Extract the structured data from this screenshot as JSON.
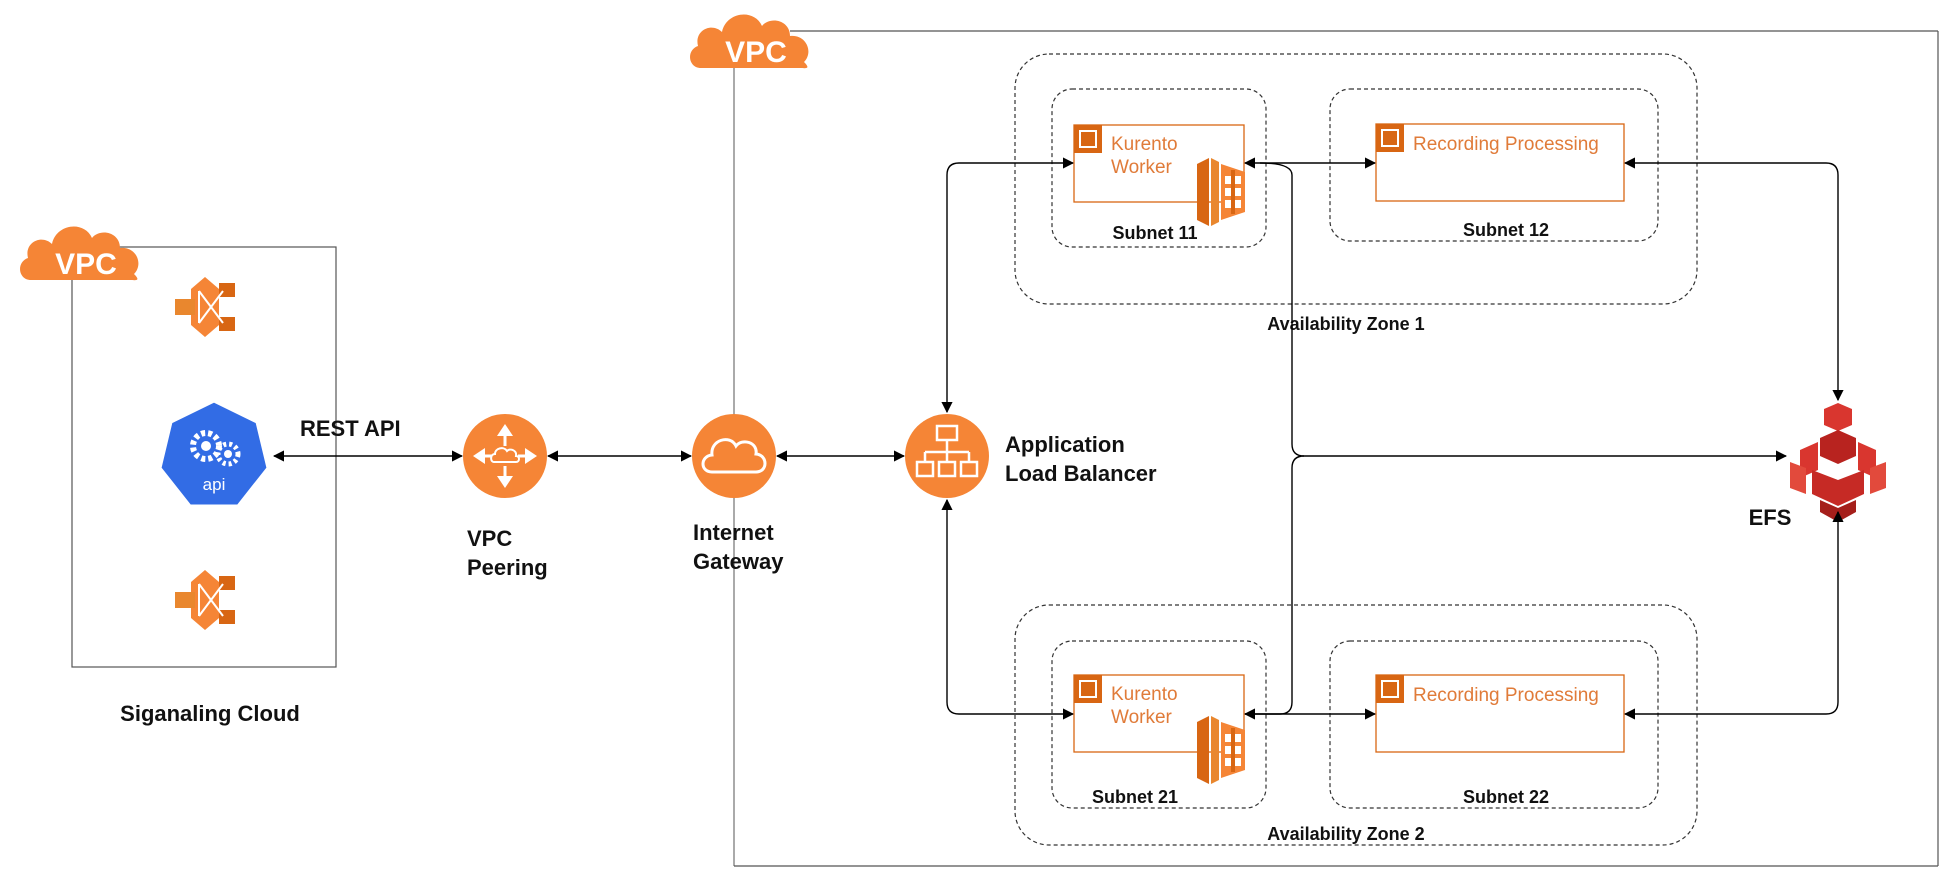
{
  "vpc_badges": {
    "left": "VPC",
    "main": "VPC"
  },
  "signaling": {
    "title": "Siganaling Cloud",
    "api_badge": "api",
    "connection_label": "REST API"
  },
  "vpc_peering": {
    "label_line1": "VPC",
    "label_line2": "Peering"
  },
  "internet_gateway": {
    "label_line1": "Internet",
    "label_line2": "Gateway"
  },
  "load_balancer": {
    "label_line1": "Application",
    "label_line2": "Load Balancer"
  },
  "efs": {
    "label": "EFS"
  },
  "availability_zones": [
    {
      "label": "Availability Zone 1",
      "subnets": [
        {
          "label": "Subnet 11",
          "service_line1": "Kurento",
          "service_line2": "Worker"
        },
        {
          "label": "Subnet 12",
          "service_line1": "Recording Processing"
        }
      ]
    },
    {
      "label": "Availability Zone 2",
      "subnets": [
        {
          "label": "Subnet 21",
          "service_line1": "Kurento",
          "service_line2": "Worker"
        },
        {
          "label": "Subnet 22",
          "service_line1": "Recording Processing"
        }
      ]
    }
  ],
  "colors": {
    "aws_orange": "#f58536",
    "service_border": "#d86613",
    "kubernetes_blue": "#326ce5",
    "efs_red": "#d9362f",
    "ecs_orange": "#e9872e"
  },
  "icons": {
    "vpc_badge": "cloud-icon",
    "peering": "vpc-peering-icon",
    "gateway": "internet-gateway-icon",
    "alb": "load-balancer-icon",
    "storage": "efs-icon",
    "container": "ecs-icon",
    "orchestrator": "kubernetes-api-icon",
    "mesh": "api-gateway-node-icon",
    "instance": "ec2-instance-icon"
  }
}
